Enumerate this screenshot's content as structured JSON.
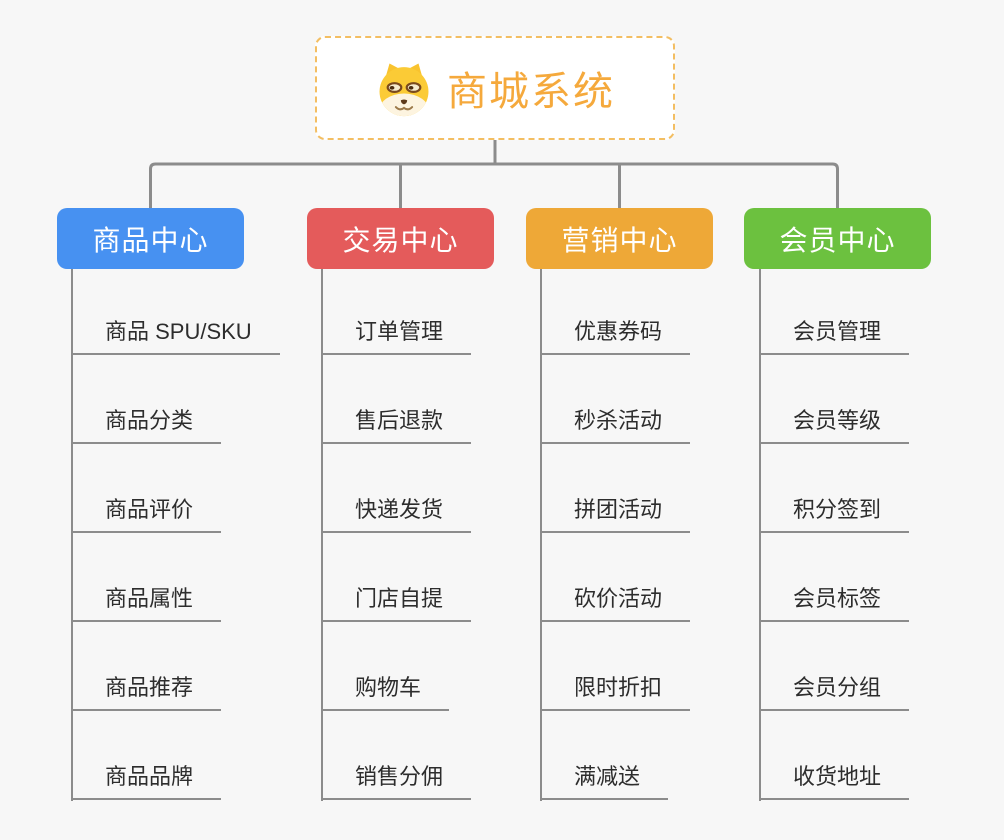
{
  "canvas": {
    "bg": "#f7f7f7",
    "line_color": "#8c8c8c",
    "text_color": "#2d2d2d"
  },
  "root": {
    "label": "商城系统",
    "icon": "dog-face-icon",
    "text_color": "#f5a93c",
    "border_color": "#f3be62"
  },
  "branches": [
    {
      "label": "商品中心",
      "color": "#4791f1",
      "children": [
        "商品 SPU/SKU",
        "商品分类",
        "商品评价",
        "商品属性",
        "商品推荐",
        "商品品牌"
      ]
    },
    {
      "label": "交易中心",
      "color": "#e45b5b",
      "children": [
        "订单管理",
        "售后退款",
        "快递发货",
        "门店自提",
        "购物车",
        "销售分佣"
      ]
    },
    {
      "label": "营销中心",
      "color": "#eea837",
      "children": [
        "优惠券码",
        "秒杀活动",
        "拼团活动",
        "砍价活动",
        "限时折扣",
        "满减送"
      ]
    },
    {
      "label": "会员中心",
      "color": "#6cc13f",
      "children": [
        "会员管理",
        "会员等级",
        "积分签到",
        "会员标签",
        "会员分组",
        "收货地址"
      ]
    }
  ]
}
